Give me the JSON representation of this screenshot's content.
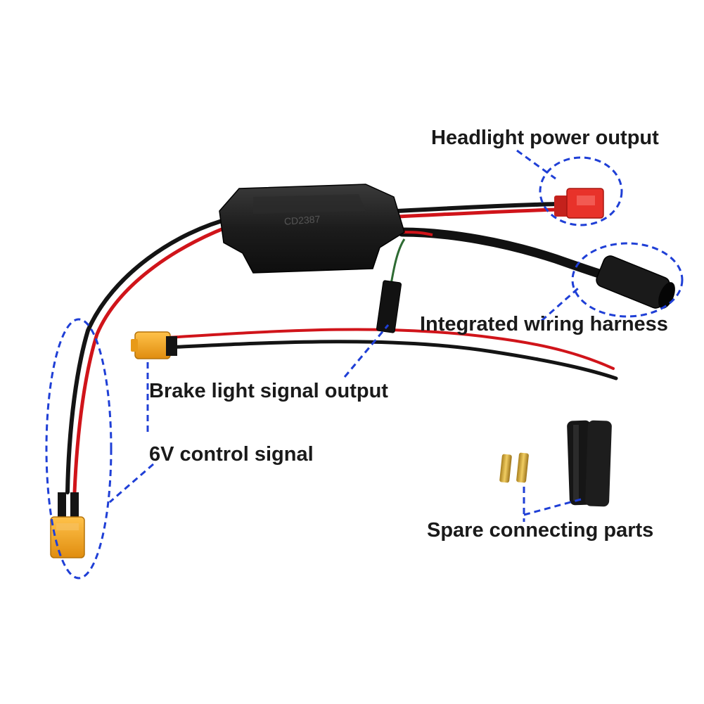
{
  "colors": {
    "background": "#ffffff",
    "callout_dash": "#1f3fd6",
    "wire_red": "#d0141a",
    "wire_black": "#141414",
    "module_body": "#1c1c1c",
    "xt_connector": "#f2a51e",
    "red_connector": "#e8322a",
    "brass": "#d9ad3c"
  },
  "labels": {
    "headlight": "Headlight power output",
    "harness": "Integrated wiring harness",
    "brake": "Brake light signal output",
    "control": "6V control signal",
    "spare": "Spare connecting parts"
  },
  "module_marking": "CD2387"
}
